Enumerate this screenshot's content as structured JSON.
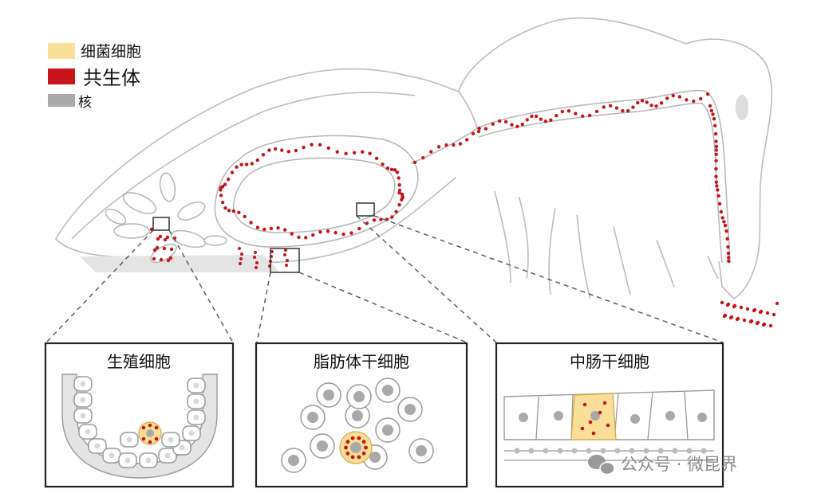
{
  "legend": {
    "items": [
      {
        "label": "细菌细胞",
        "color": "#f9df97"
      },
      {
        "label": "共生体",
        "color": "#c8141b"
      },
      {
        "label": "核",
        "color": "#a9a9a9"
      }
    ]
  },
  "panels": [
    {
      "title": "生殖细胞"
    },
    {
      "title": "脂肪体干细胞"
    },
    {
      "title": "中肠干细胞"
    }
  ],
  "watermark": {
    "text": "公众号 · 微昆界",
    "icon": "wechat-icon"
  },
  "colors": {
    "bacteria": "#f9df97",
    "symbiont": "#c8141b",
    "nucleus": "#a9a9a9",
    "outline": "#bdbdbd"
  }
}
